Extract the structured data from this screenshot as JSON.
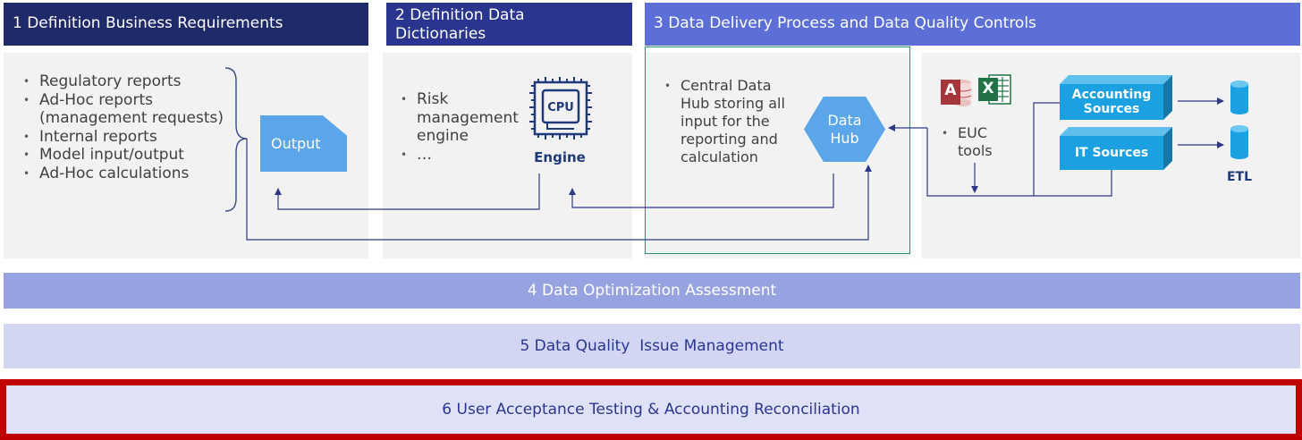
{
  "sections": {
    "s1": {
      "title": "1 Definition Business Requirements",
      "bullets": [
        "Regulatory reports",
        "Ad-Hoc reports (management requests)",
        "Internal reports",
        "Model input/output",
        "Ad-Hoc calculations"
      ],
      "output_label": "Output"
    },
    "s2": {
      "title": "2 Definition Data Dictionaries",
      "bullets": [
        "Risk management engine",
        "…"
      ],
      "cpu_label": "CPU",
      "engine_label": "Engine"
    },
    "s3": {
      "title": "3 Data Delivery Process and Data Quality Controls",
      "bullets": [
        "Central Data Hub storing all input for the reporting and calculation"
      ],
      "hub_label": "Data Hub",
      "euc_bullet": "EUC tools",
      "access_letter": "A",
      "excel_letter": "X",
      "accounting_sources": "Accounting Sources",
      "it_sources": "IT Sources",
      "etl_label": "ETL"
    }
  },
  "bars": {
    "b4": "4 Data Optimization Assessment",
    "b5": "5 Data Quality  Issue Management",
    "b6": "6 User Acceptance Testing & Accounting Reconciliation"
  },
  "colors": {
    "header1": "#1f2a6b",
    "header2": "#2a358f",
    "header3": "#5b6fd6",
    "bar4": "#96a3e0",
    "bar5": "#d2d6f3",
    "bar6": "#dfe2f6",
    "highlight_red": "#c00000",
    "shape_blue": "#5aa6e8",
    "line_navy": "#2e3a87",
    "source_blue": "#1ba1e2",
    "hub_frame": "#2e8b74"
  }
}
